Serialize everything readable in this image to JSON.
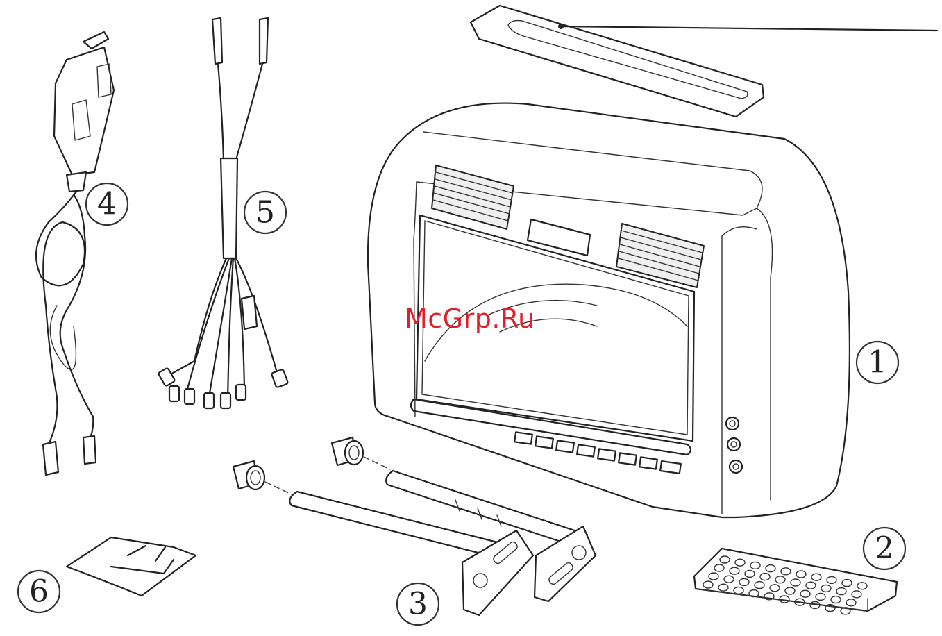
{
  "callouts": [
    {
      "id": "1",
      "label": "1"
    },
    {
      "id": "2",
      "label": "2"
    },
    {
      "id": "3",
      "label": "3"
    },
    {
      "id": "4",
      "label": "4"
    },
    {
      "id": "5",
      "label": "5"
    },
    {
      "id": "6",
      "label": "6"
    }
  ],
  "watermark": "McGrp.Ru",
  "parts": [
    {
      "name": "headrest-monitor-unit",
      "icon": "monitor-icon"
    },
    {
      "name": "remote-control",
      "icon": "remote-icon"
    },
    {
      "name": "mounting-posts",
      "icon": "post-icon"
    },
    {
      "name": "car-power-adapter",
      "icon": "plug-icon"
    },
    {
      "name": "av-cable",
      "icon": "cable-icon"
    },
    {
      "name": "screw-kit",
      "icon": "screw-icon"
    }
  ]
}
